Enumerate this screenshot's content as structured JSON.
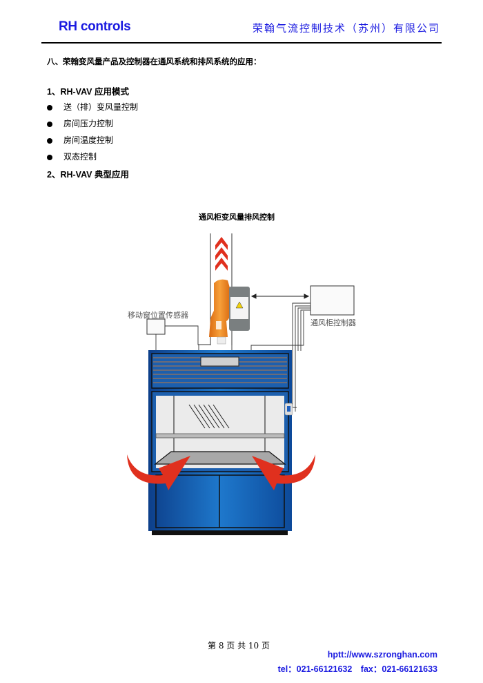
{
  "header": {
    "logo": "RH controls",
    "company": "荣翰气流控制技术（苏州）有限公司"
  },
  "section_title": "八、荣翰变风量产品及控制器在通风系统和排风系统的应用：",
  "subsection1": "1、RH-VAV 应用模式",
  "bullets": [
    "送（排）变风量控制",
    "房间压力控制",
    "房间温度控制",
    "双态控制"
  ],
  "subsection2": "2、RH-VAV 典型应用",
  "diagram": {
    "title": "通风柜变风量排风控制",
    "sensor_label": "移动窗位置传感器",
    "controller_label": "通风柜控制器"
  },
  "footer": {
    "page": "第 8 页 共 10 页",
    "url": "hptt://www.szronghan.com",
    "contact": "tel：021-66121632　fax：021-66121633"
  },
  "colors": {
    "brand_blue": "#1a1ae0",
    "cabinet_blue": "#1560b0",
    "arrow_red": "#e0301e",
    "damper_orange": "#f08a1c"
  }
}
